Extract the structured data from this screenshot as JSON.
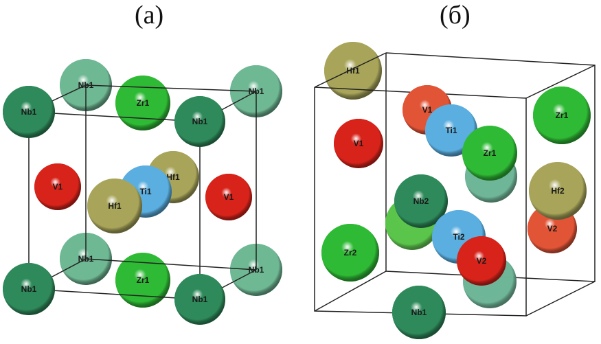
{
  "panels": [
    {
      "title": "(а)",
      "atoms": [
        "Nb1",
        "Nb1",
        "Hf1",
        "Zr1",
        "Nb1",
        "Nb1",
        "V1",
        "Ti1",
        "Hf1",
        "V1",
        "Nb1",
        "Nb1",
        "Zr1",
        "Nb1",
        "Nb1"
      ]
    },
    {
      "title": "(б)",
      "atoms": [
        "Hf1",
        "V1",
        "Ti1",
        "Zr1",
        "V1",
        "Zr1",
        "V2",
        "Hf2",
        "Nb2",
        "Ti2",
        "V2",
        "Zr2",
        "Nb1"
      ]
    }
  ],
  "colors": {
    "Nb_front": "#2e8a5a",
    "Nb_back": "#6fb894",
    "Zr": "#2fba35",
    "Hf": "#a8a55a",
    "Ti": "#5aaee0",
    "V": "#d8231a",
    "V_back": "#e25436",
    "ghost_teal": "#6cb596",
    "ghost_green": "#58c448"
  }
}
